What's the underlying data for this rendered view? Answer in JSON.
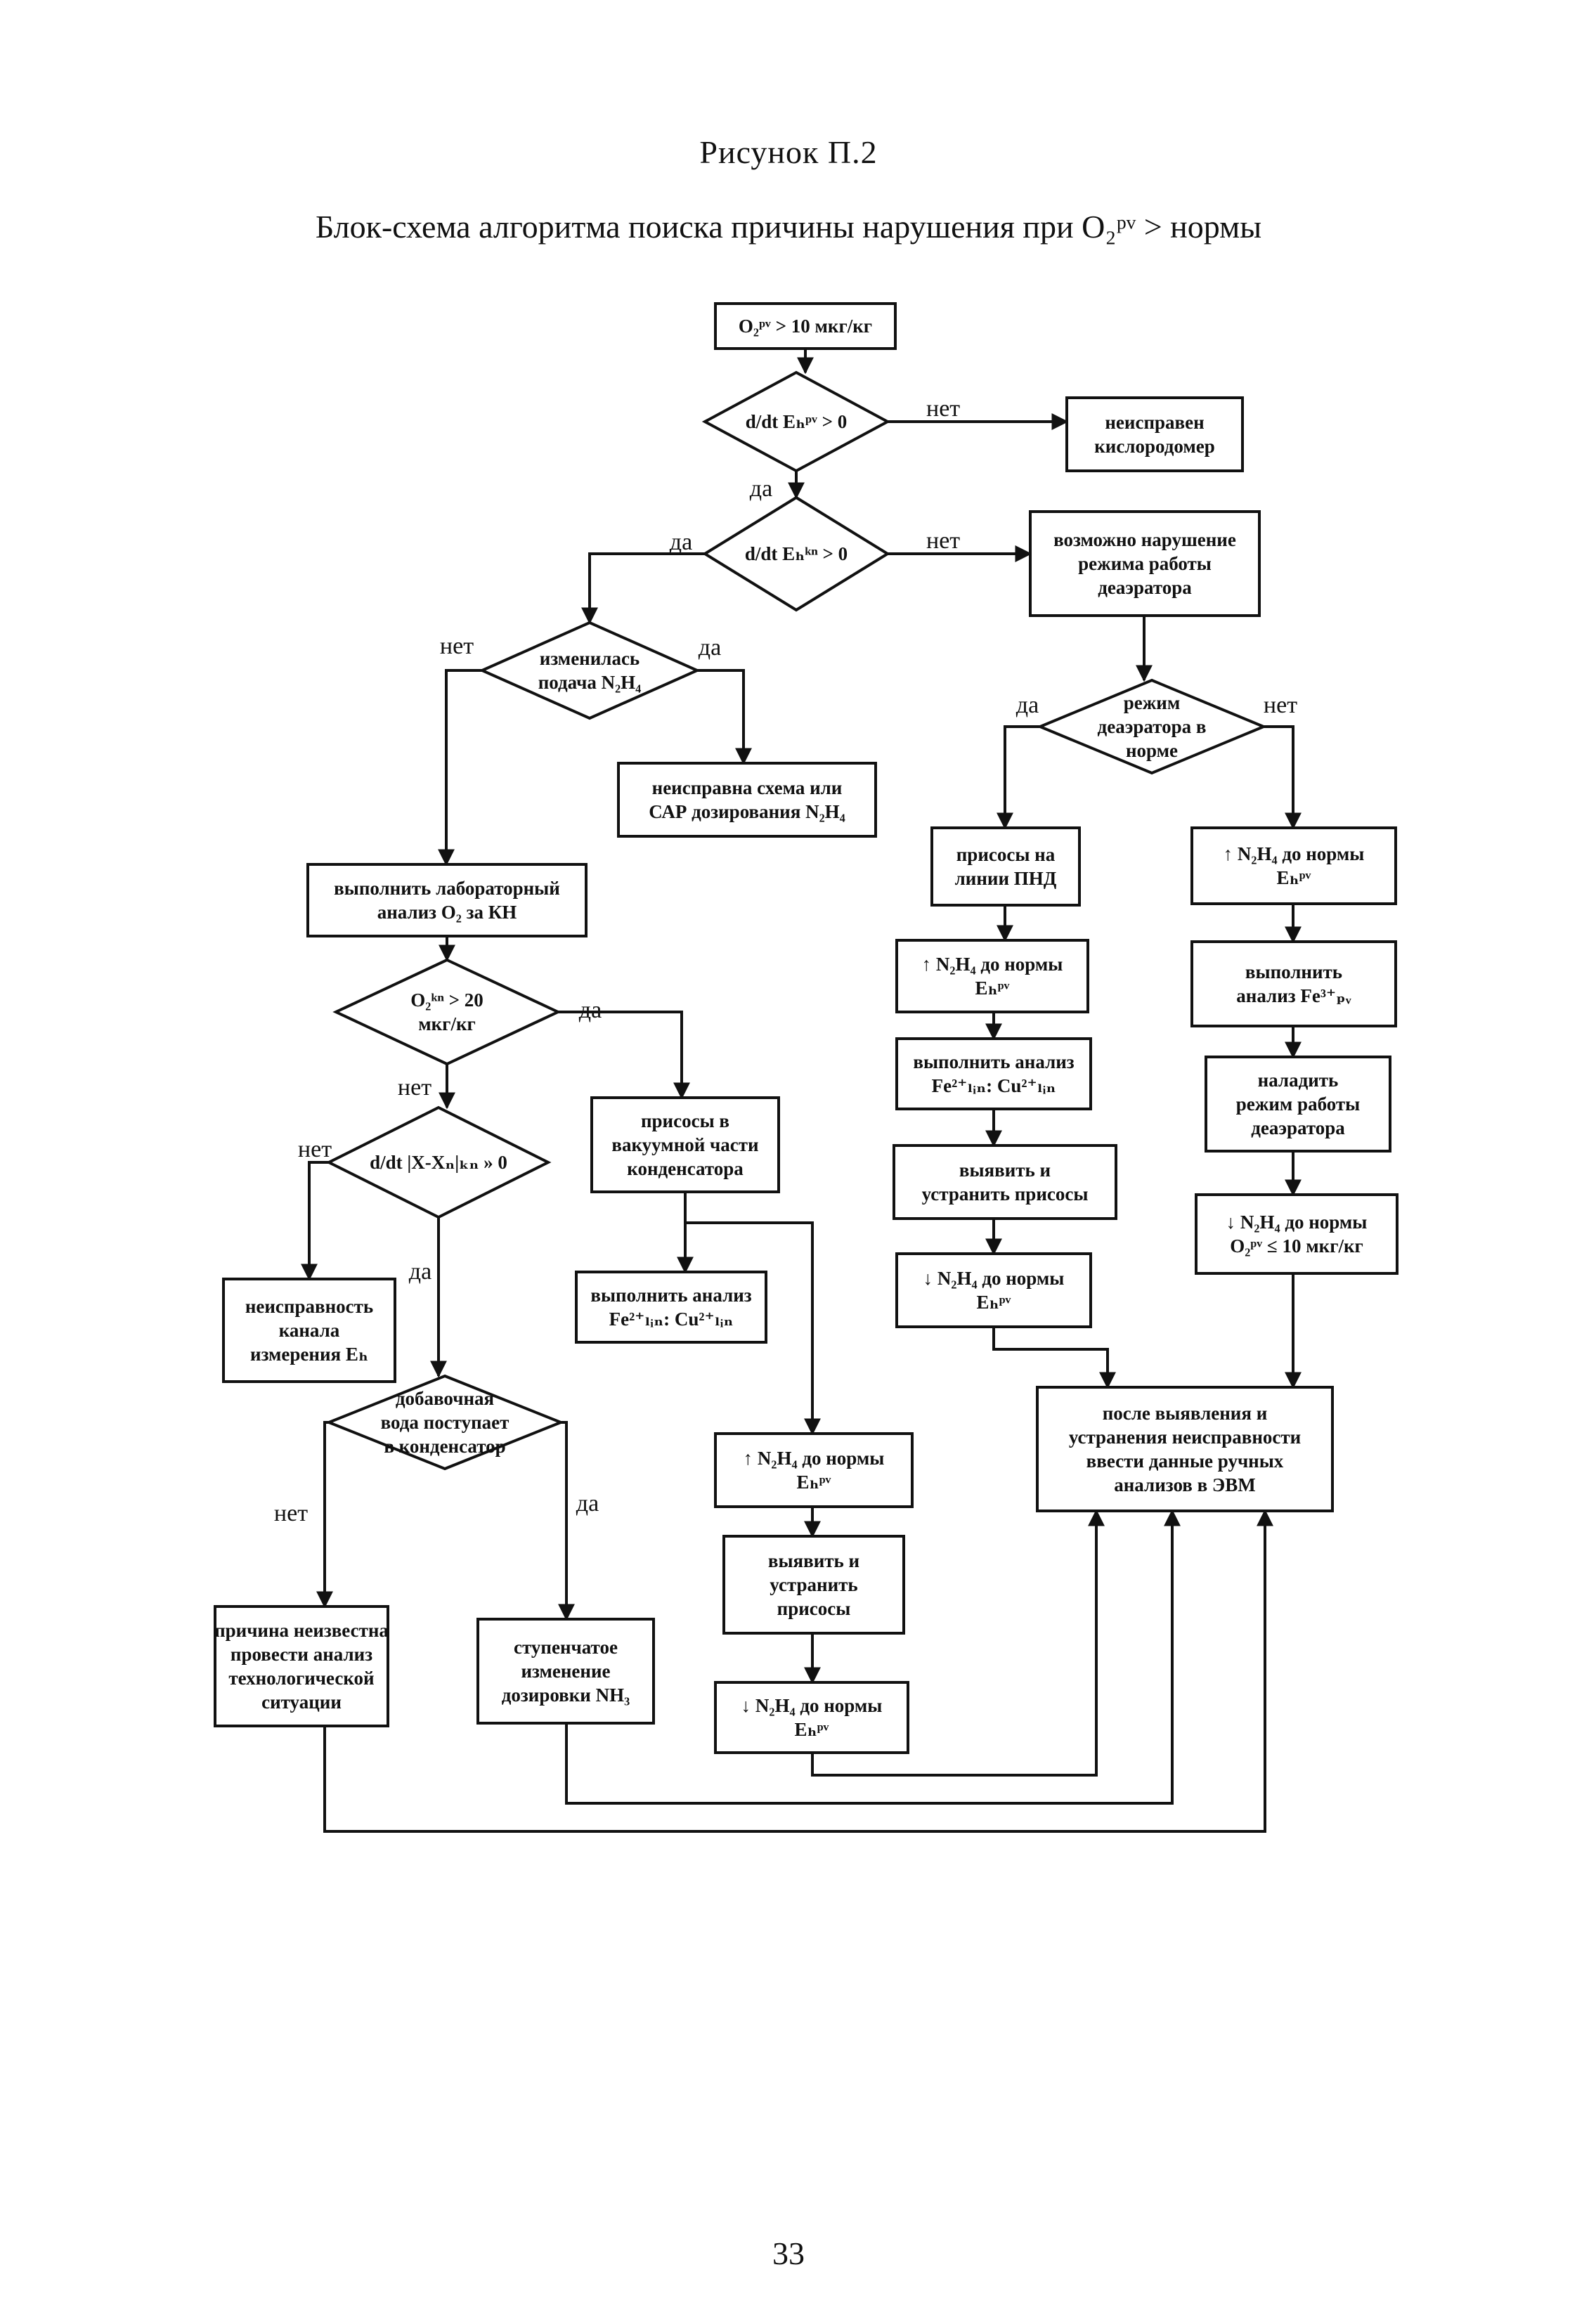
{
  "figure": {
    "title": "Рисунок П.2",
    "caption": "Блок-схема алгоритма поиска причины нарушения при O₂ᵖᵛ > нормы",
    "page_number": "33"
  },
  "labels": {
    "yes": "да",
    "no": "нет"
  },
  "nodes": [
    {
      "id": "start",
      "shape": "rect",
      "lines": [
        "O₂ᵖᵛ > 10 мкг/кг"
      ]
    },
    {
      "id": "d1",
      "shape": "diamond",
      "lines": [
        "d/dt Eₕᵖᵛ > 0"
      ]
    },
    {
      "id": "faulty_oxygen_meter",
      "shape": "rect",
      "lines": [
        "неисправен",
        "кислородомер"
      ]
    },
    {
      "id": "d2",
      "shape": "diamond",
      "lines": [
        "d/dt Eₕᵏⁿ > 0"
      ]
    },
    {
      "id": "deaerator_violation",
      "shape": "rect",
      "lines": [
        "возможно нарушение",
        "режима работы",
        "деаэратора"
      ]
    },
    {
      "id": "d3",
      "shape": "diamond",
      "lines": [
        "изменилась",
        "подача N₂H₄"
      ]
    },
    {
      "id": "dosing_faulty",
      "shape": "rect",
      "lines": [
        "неисправна схема или",
        "САР дозирования N₂H₄"
      ]
    },
    {
      "id": "lab_analysis",
      "shape": "rect",
      "lines": [
        "выполнить лабораторный",
        "анализ O₂ за КН"
      ]
    },
    {
      "id": "d4",
      "shape": "diamond",
      "lines": [
        "O₂ᵏⁿ > 20",
        "мкг/кг"
      ]
    },
    {
      "id": "d5",
      "shape": "diamond",
      "lines": [
        "d/dt |X-Xₙ|ₖₙ » 0"
      ]
    },
    {
      "id": "eh_channel_fault",
      "shape": "rect",
      "lines": [
        "неисправность",
        "канала",
        "измерения Eₕ"
      ]
    },
    {
      "id": "d6",
      "shape": "diamond",
      "lines": [
        "добавочная",
        "вода поступает",
        "в конденсатор"
      ]
    },
    {
      "id": "unknown_cause",
      "shape": "rect",
      "lines": [
        "причина неизвестна",
        "провести анализ",
        "технологической",
        "ситуации"
      ]
    },
    {
      "id": "nh3_step",
      "shape": "rect",
      "lines": [
        "ступенчатое",
        "изменение",
        "дозировки NH₃"
      ]
    },
    {
      "id": "vacuum_leak",
      "shape": "rect",
      "lines": [
        "присосы в",
        "вакуумной части",
        "конденсатора"
      ]
    },
    {
      "id": "fe_cu_analysis_left",
      "shape": "rect",
      "lines": [
        "выполнить анализ",
        "Fe²⁺ₗᵢₙ: Cu²⁺ₗᵢₙ"
      ]
    },
    {
      "id": "n2h4_up_left",
      "shape": "rect",
      "lines": [
        "↑ N₂H₄ до нормы",
        "Eₕᵖᵛ"
      ]
    },
    {
      "id": "fix_leaks_left",
      "shape": "rect",
      "lines": [
        "выявить и",
        "устранить",
        "присосы"
      ]
    },
    {
      "id": "n2h4_down_left",
      "shape": "rect",
      "lines": [
        "↓ N₂H₄ до нормы",
        "Eₕᵖᵛ"
      ]
    },
    {
      "id": "d7",
      "shape": "diamond",
      "lines": [
        "режим",
        "деаэратора в",
        "норме"
      ]
    },
    {
      "id": "lpd_leaks",
      "shape": "rect",
      "lines": [
        "присосы на",
        "линии ПНД"
      ]
    },
    {
      "id": "n2h4_up_mid",
      "shape": "rect",
      "lines": [
        "↑ N₂H₄ до нормы",
        "Eₕᵖᵛ"
      ]
    },
    {
      "id": "fe_cu_analysis_mid",
      "shape": "rect",
      "lines": [
        "выполнить анализ",
        "Fe²⁺ₗᵢₙ: Cu²⁺ₗᵢₙ"
      ]
    },
    {
      "id": "fix_leaks_mid",
      "shape": "rect",
      "lines": [
        "выявить и",
        "устранить присосы"
      ]
    },
    {
      "id": "n2h4_down_mid",
      "shape": "rect",
      "lines": [
        "↓ N₂H₄ до нормы",
        "Eₕᵖᵛ"
      ]
    },
    {
      "id": "n2h4_up_right",
      "shape": "rect",
      "lines": [
        "↑ N₂H₄ до нормы",
        "Eₕᵖᵛ"
      ]
    },
    {
      "id": "fe3_analysis",
      "shape": "rect",
      "lines": [
        "выполнить",
        "анализ Fe³⁺ₚᵥ"
      ]
    },
    {
      "id": "tune_deaerator",
      "shape": "rect",
      "lines": [
        "наладить",
        "режим работы",
        "деаэратора"
      ]
    },
    {
      "id": "n2h4_down_right",
      "shape": "rect",
      "lines": [
        "↓ N₂H₄ до нормы",
        "O₂ᵖᵛ ≤ 10 мкг/кг"
      ]
    },
    {
      "id": "final",
      "shape": "rect",
      "lines": [
        "после выявления и",
        "устранения неисправности",
        "ввести данные ручных",
        "анализов в ЭВМ"
      ]
    }
  ]
}
